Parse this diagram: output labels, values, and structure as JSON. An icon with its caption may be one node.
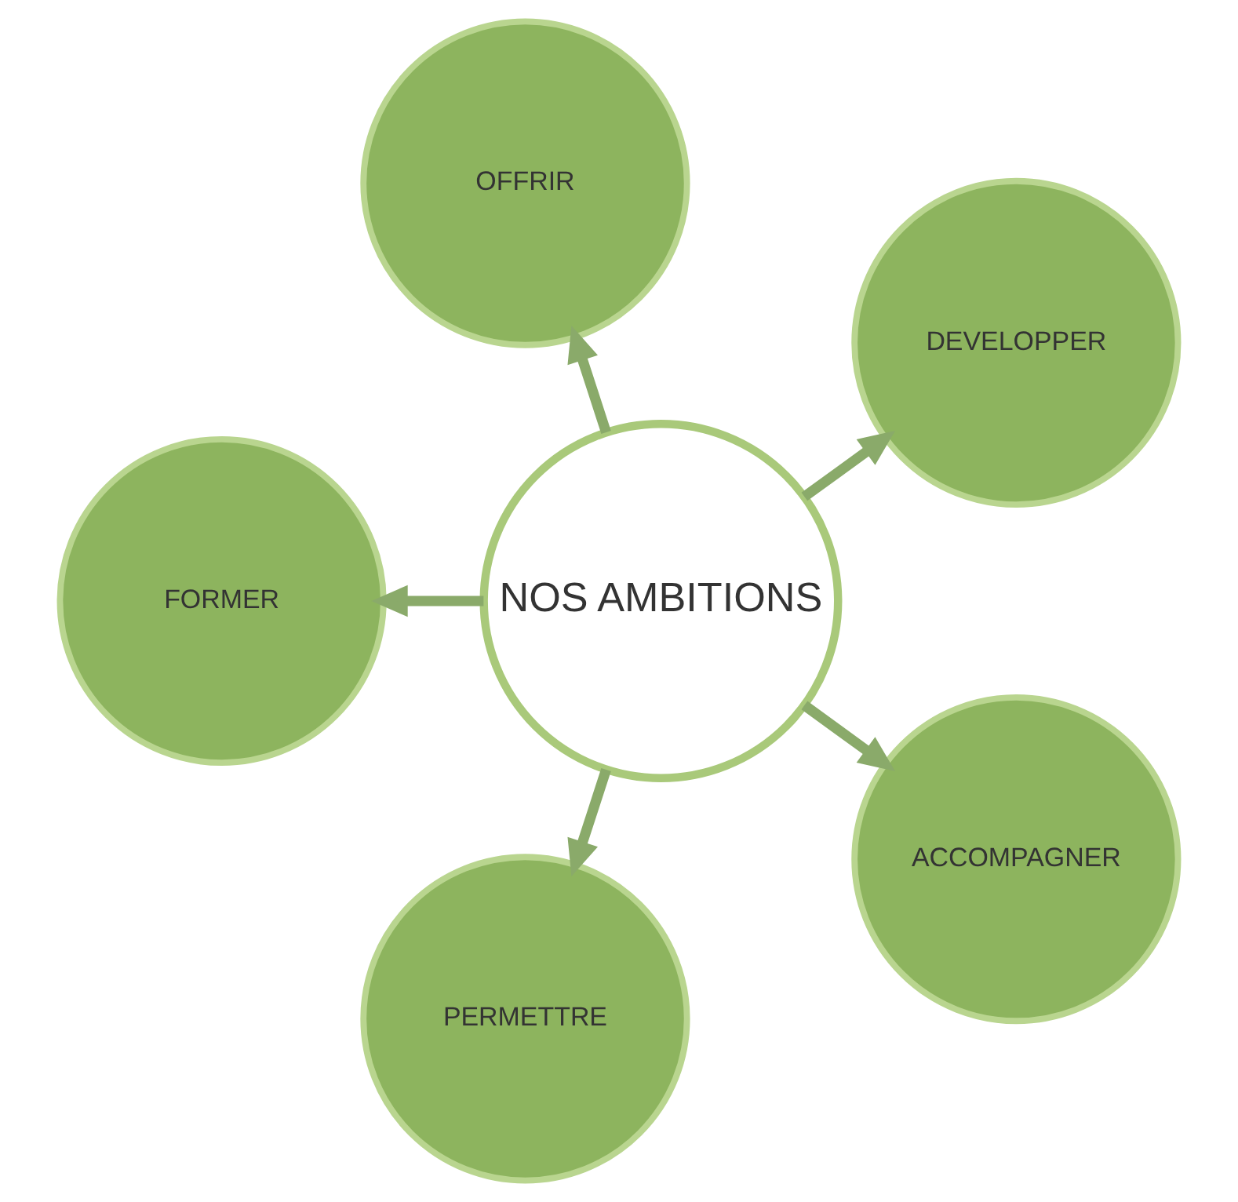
{
  "diagram": {
    "nodes": [
      {
        "text": [
          "NOS AMBITIONS"
        ]
      },
      {
        "text": [
          "DEVELOPPER"
        ]
      },
      {
        "text": [
          "OFFRIR"
        ]
      },
      {
        "text": [
          "FORMER"
        ]
      },
      {
        "text": [
          "PERMETTRE"
        ]
      },
      {
        "text": [
          "ACCOMPAGNER"
        ]
      }
    ],
    "edges": [
      {
        "from": 0,
        "to": 1,
        "arrow": "to"
      },
      {
        "from": 0,
        "to": 3,
        "arrow": "to"
      },
      {
        "from": 0,
        "to": 5,
        "arrow": "to"
      },
      {
        "from": 0,
        "to": 4,
        "arrow": "to"
      },
      {
        "from": 0,
        "to": 2,
        "arrow": "to"
      }
    ]
  }
}
